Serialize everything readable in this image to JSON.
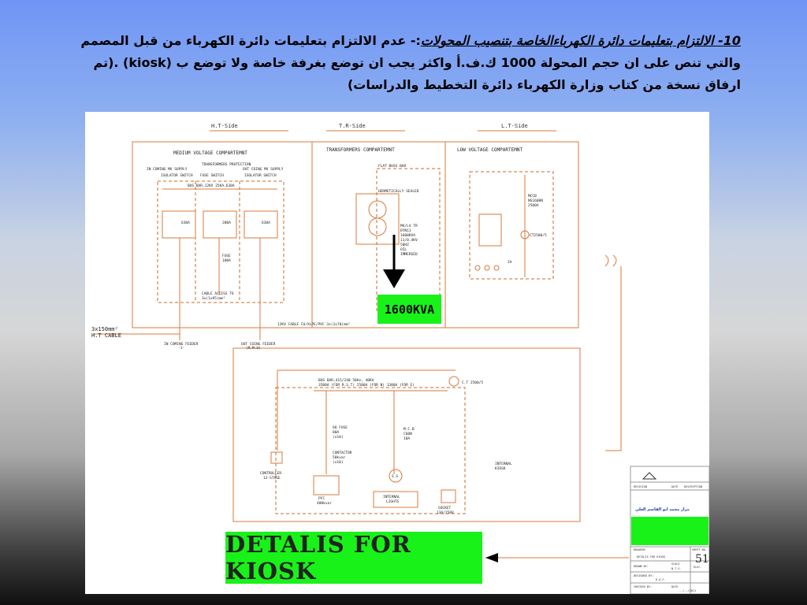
{
  "heading": {
    "lead": "10- الالتزام بتعليمات دائرة الكهرباءالخاصة بتنصيب المحولات",
    "rest": ":- عدم الالتزام بتعليمات دائرة الكهرباء من قبل المصمم والتي تنص على ان حجم المحولة 1000 ك.ف.أ واكثر يجب ان توضع بغرفة خاصة ولا توضع ب (kiosk) .(تم ارفاق نسخة من كتاب وزارة الكهرباء دائرة التخطيط والدراسات)"
  },
  "sections": {
    "ht": "H.T-Side",
    "tr": "T.R-Side",
    "lt": "L.T-Side"
  },
  "compartments": {
    "mv": "MEDIUM VOLTAGE COMPARTEMNT",
    "tr": "TRANSFORMERS COMPARTEMNT",
    "lv": "LOW VOLTAGE COMPARTEMNT"
  },
  "mv": {
    "incoming": "IN COMING MV SUPPLY",
    "incoming_sub": "ISOLATOR SWITCH",
    "tp": "TRANSFORMERS PROTECTION",
    "tp_sub": "FUSE SWITCH",
    "outgoing": "OUT COING MV SUPPLY",
    "outgoing_sub": "ISOLATOR SWITCH",
    "bus": "BUS BAR,12KV 25KA,630A",
    "a1": "630A",
    "a2": "200A",
    "a3": "630A",
    "fuse": "FUSE",
    "fuse_val": "100A",
    "cable_access": "CABLE ACCESS TO",
    "cable_access_val": "3x(1x95)mm²",
    "ht_cable_size": "3x150mm²",
    "ht_cable": "H.T CABLE",
    "in_feeder": "IN COMING FEEDER",
    "in_feeder_sub": "-1-",
    "out_feeder": "OUT COING FEEDER",
    "out_feeder_sub": "(R.M.U)",
    "cable_12kv": "12KV CABLE CU/XLPE/PVC 3x(1x70)mm²"
  },
  "tr": {
    "flat_bus": "FLAT BUSS BAR",
    "hermetic": "HERMETICALLY SEALED",
    "spec": [
      "MV/LV TR",
      "DYN11",
      "1600KVA",
      "11/0.4KV",
      "50HZ",
      "OIL",
      "IMMERSED"
    ],
    "big": "1600KVA"
  },
  "lv": {
    "mccb": "MCCB",
    "mccb_model": "NS1600N",
    "mccb_rating": "2500A",
    "ct": "CT2500/5",
    "small": "2A"
  },
  "lower": {
    "bus": "BUS BAR,415/240 50Hz, 40KA",
    "bus_sub": "3500A (FOR R.S.T) 2500A (FOR N) 1300A (FOR E)",
    "ct": "C.T 2500/5",
    "fuse": "OO FUSE",
    "fuse_val": "80A",
    "fuse_qty": "(x10)",
    "contactor": "CONTACTOR",
    "contactor_val": "50kvar",
    "contactor_qty": "(x10)",
    "pfc": "PFC",
    "pfc_val": "400kvar",
    "mcb": "M.C.B",
    "mcb_model": "C60N",
    "mcb_val": "10A",
    "ss": "S.S",
    "lights": "INTERNAL",
    "lights2": "LIGHTS",
    "socket": "SOCKET",
    "socket_val": "13A/250V",
    "controller": "CONTROLLER",
    "controller_val": "12-STAGE",
    "kiosk": "INTERNAL",
    "kiosk2": "KIOSK"
  },
  "title_block": {
    "revision": "REVISION",
    "date": "DATE",
    "description": "DESCRIPTION",
    "name": "مزار محمد ابو القاسم العلي",
    "drawing_lbl": "DRAWING",
    "drawing_val": "DETALIS FOR KIOSK",
    "sheet_lbl": "SHEET NO.",
    "sheet_val": "51",
    "drawn_lbl": "DRAWN BY:",
    "scale_lbl": "SCALE",
    "scale_val": "N.T.S.",
    "discipline": "ELEC.",
    "designed_lbl": "DESIGNED BY:",
    "designed_val": "K.A.F.",
    "checked_lbl": "CHECKED BY:",
    "date_lbl": "DATE",
    "date_val": "--/--/2011"
  },
  "caption": "DETALIS FOR KIOSK",
  "colors": {
    "green": "#19f219",
    "line": "#d97a3a",
    "dash": "#c96a2a"
  }
}
